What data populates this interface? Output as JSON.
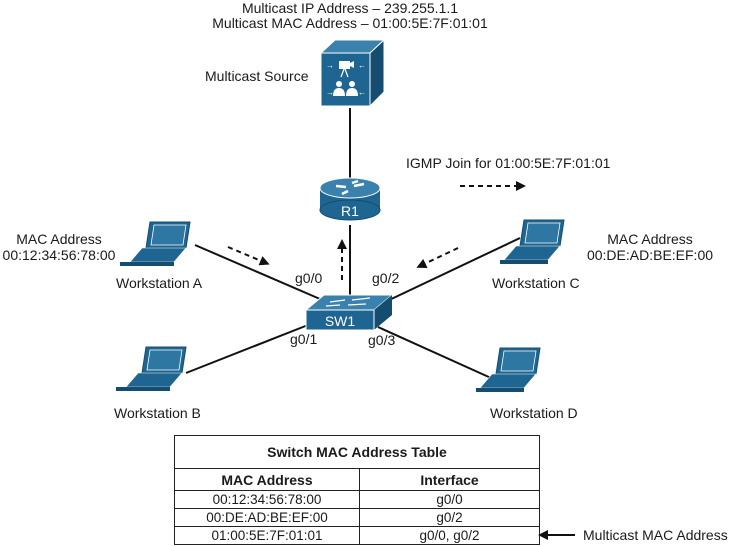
{
  "header": {
    "multicast_ip": "Multicast IP Address – 239.255.1.1",
    "multicast_mac": "Multicast MAC Address – 01:00:5E:7F:01:01"
  },
  "source": {
    "label": "Multicast Source"
  },
  "router": {
    "label": "R1"
  },
  "switch": {
    "label": "SW1"
  },
  "igmp": {
    "label": "IGMP Join for 01:00:5E:7F:01:01"
  },
  "ports": {
    "g0_0": "g0/0",
    "g0_1": "g0/1",
    "g0_2": "g0/2",
    "g0_3": "g0/3"
  },
  "workstations": [
    {
      "name": "Workstation A",
      "mac_label": "MAC Address",
      "mac": "00:12:34:56:78:00"
    },
    {
      "name": "Workstation B"
    },
    {
      "name": "Workstation C",
      "mac_label": "MAC Address",
      "mac": "00:DE:AD:BE:EF:00"
    },
    {
      "name": "Workstation D"
    }
  ],
  "table": {
    "title": "Switch MAC Address Table",
    "columns": [
      "MAC Address",
      "Interface"
    ],
    "rows": [
      [
        "00:12:34:56:78:00",
        "g0/0"
      ],
      [
        "00:DE:AD:BE:EF:00",
        "g0/2"
      ],
      [
        "01:00:5E:7F:01:01",
        "g0/0, g0/2"
      ]
    ],
    "annotation": "Multicast MAC Address"
  },
  "colors": {
    "device": "#1f6591",
    "device_dark": "#154d70",
    "device_light": "#3a82ad"
  }
}
